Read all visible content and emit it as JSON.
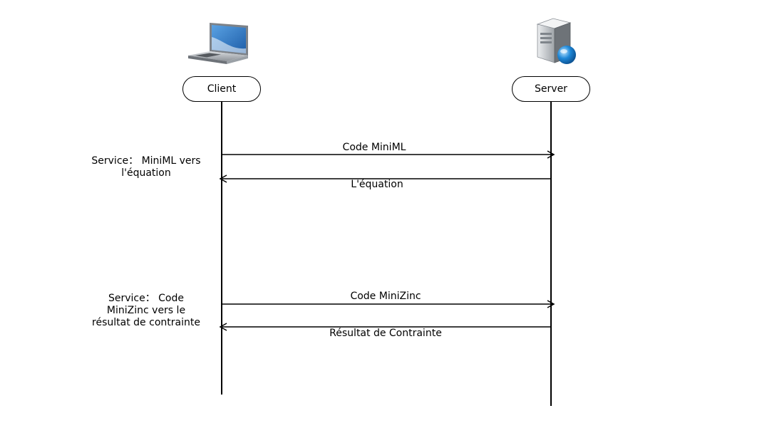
{
  "actors": {
    "client": {
      "label": "Client",
      "icon": "laptop-icon"
    },
    "server": {
      "label": "Server",
      "icon": "server-icon"
    }
  },
  "messages": [
    {
      "label": "Code MiniML",
      "direction": "client-to-server"
    },
    {
      "label": "L'équation",
      "direction": "server-to-client"
    },
    {
      "label": "Code MiniZinc",
      "direction": "client-to-server"
    },
    {
      "label": "Résultat de Contrainte",
      "direction": "server-to-client"
    }
  ],
  "notes": [
    {
      "lines": [
        "Service： MiniML vers",
        "l'équation"
      ]
    },
    {
      "lines": [
        "Service： Code",
        "MiniZinc vers le",
        "résultat de contrainte"
      ]
    }
  ],
  "colors": {
    "line": "#000000",
    "laptop_screen": "#2f73b6",
    "server_body": "#c9ccd1",
    "globe": "#1e88d8"
  }
}
